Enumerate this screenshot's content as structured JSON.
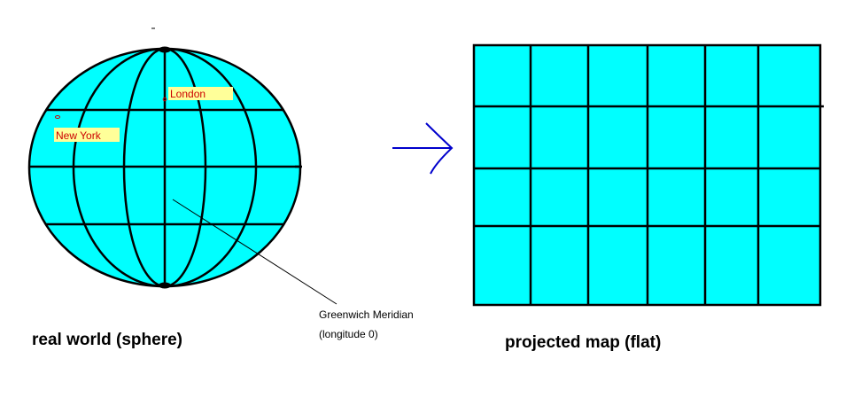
{
  "globe": {
    "caption": "real world (sphere)",
    "fill_color": "#00ffff",
    "cities": [
      {
        "name": "London",
        "label_bg": "#ffff99",
        "text_color": "#cc0000"
      },
      {
        "name": "New York",
        "label_bg": "#ffff99",
        "text_color": "#cc0000"
      }
    ],
    "meridian_annotation": {
      "line1": "Greenwich Meridian",
      "line2": "(longitude 0)"
    }
  },
  "arrow": {
    "icon": "arrow-right-icon",
    "color": "#0000cc"
  },
  "map": {
    "caption": "projected map (flat)",
    "fill_color": "#00ffff",
    "columns": 6,
    "rows": 4
  }
}
